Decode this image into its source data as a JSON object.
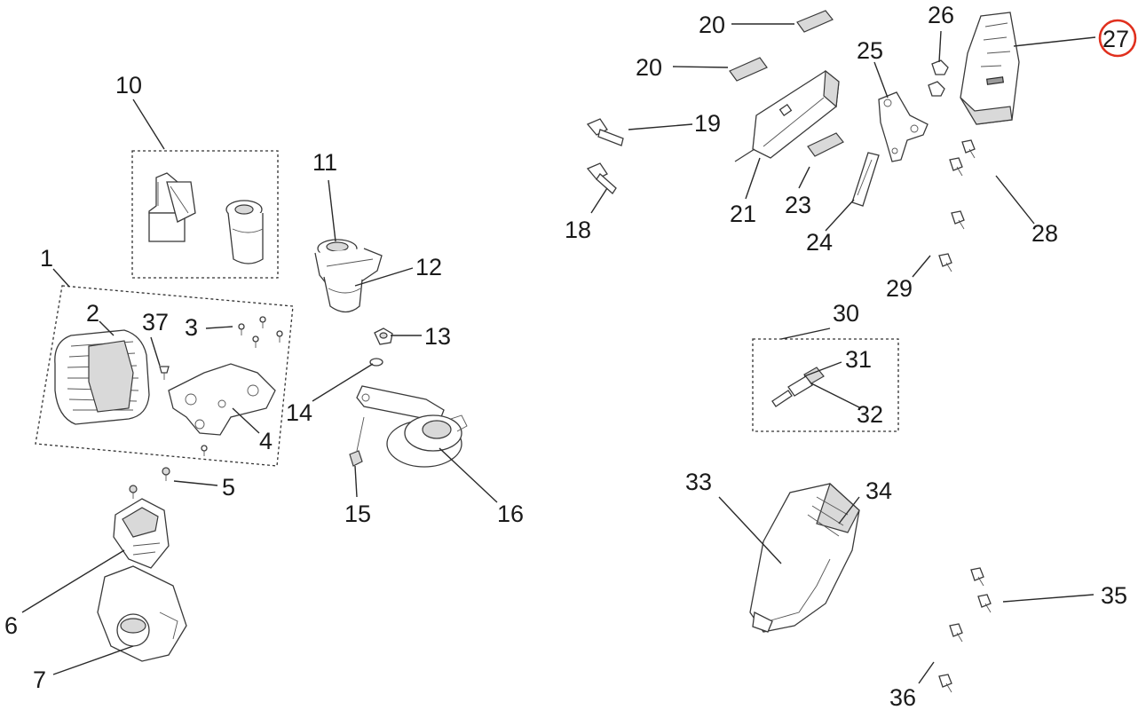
{
  "diagram": {
    "type": "exploded-parts-diagram",
    "highlighted_part": "27",
    "highlight_color": "#e0301e",
    "callouts": [
      "1",
      "2",
      "3",
      "4",
      "5",
      "6",
      "7",
      "10",
      "11",
      "12",
      "13",
      "14",
      "15",
      "16",
      "18",
      "19",
      "20",
      "20",
      "21",
      "23",
      "24",
      "25",
      "26",
      "27",
      "28",
      "29",
      "30",
      "31",
      "32",
      "33",
      "34",
      "35",
      "36",
      "37"
    ]
  }
}
